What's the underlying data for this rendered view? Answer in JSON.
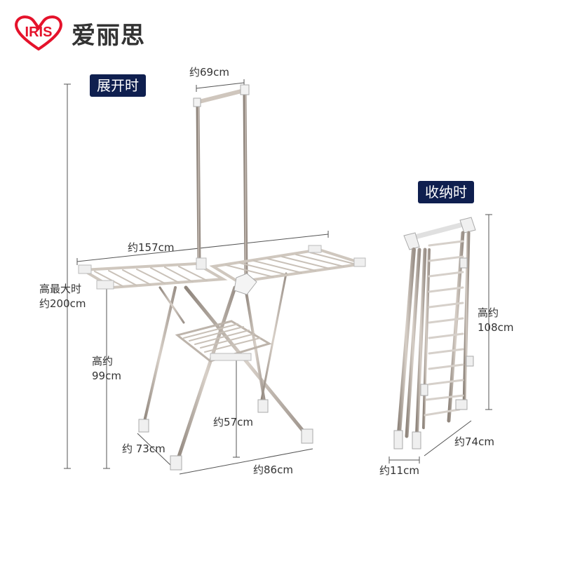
{
  "brand": {
    "logo_text": "IRIS",
    "name": "爱丽思",
    "accent": "#e5122b"
  },
  "badges": {
    "expanded": "展开时",
    "folded": "收纳时"
  },
  "expanded_dims": {
    "top_width": "约69cm",
    "span_width": "约157cm",
    "max_height_line1": "高最大时",
    "max_height_line2": "约200cm",
    "height_line1": "高约",
    "height_line2": "99cm",
    "inner_height": "约57cm",
    "depth": "约 73cm",
    "base_width": "约86cm"
  },
  "folded_dims": {
    "height_line1": "高约",
    "height_line2": "108cm",
    "depth": "约74cm",
    "thickness": "约11cm"
  },
  "colors": {
    "badge_bg": "#0f1f4f",
    "metal": "#b8aea4",
    "plastic": "#ededed"
  }
}
